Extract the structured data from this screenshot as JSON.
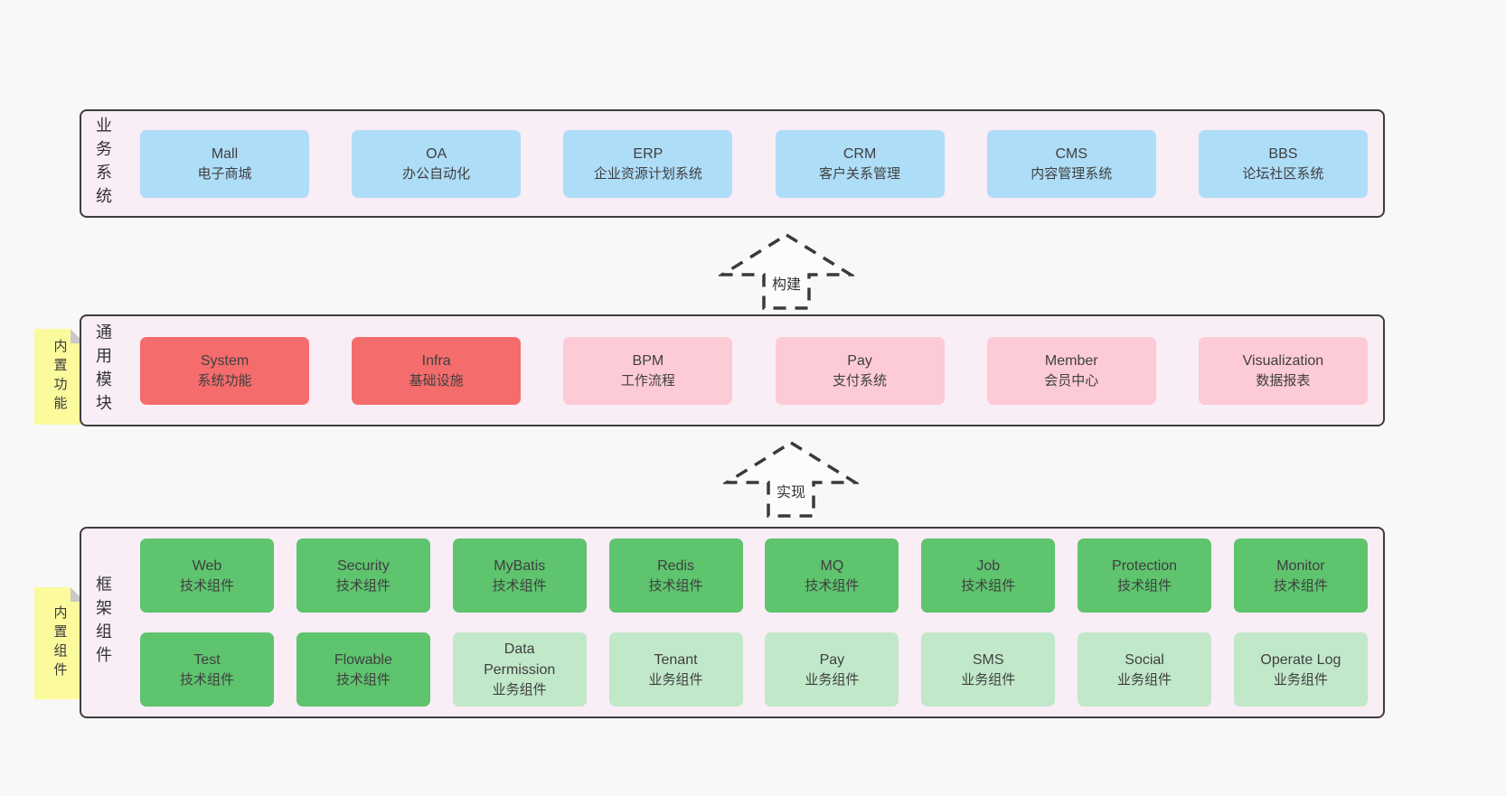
{
  "colors": {
    "page-bg": "#f8f8f8",
    "panel-bg": "#f9edf6",
    "panel-border": "#3d3d3d",
    "box-blue": "#aeddf8",
    "box-red": "#f56c6c",
    "box-pink": "#fccbd5",
    "box-green": "#5ec46e",
    "box-green-light": "#c1e8c9",
    "sticky-yellow": "#fbfa9d",
    "sticky-fold": "#c9c9c9",
    "text": "#3f3f3f",
    "arrow": "#3a3a3a"
  },
  "sections": {
    "business": {
      "label": "业务系统",
      "boxes": [
        {
          "name": "Mall",
          "sub": "电子商城"
        },
        {
          "name": "OA",
          "sub": "办公自动化"
        },
        {
          "name": "ERP",
          "sub": "企业资源计划系统"
        },
        {
          "name": "CRM",
          "sub": "客户关系管理"
        },
        {
          "name": "CMS",
          "sub": "内容管理系统"
        },
        {
          "name": "BBS",
          "sub": "论坛社区系统"
        }
      ]
    },
    "modules": {
      "label": "通用模块",
      "sticky": "内置功能",
      "boxes": [
        {
          "name": "System",
          "sub": "系统功能"
        },
        {
          "name": "Infra",
          "sub": "基础设施"
        },
        {
          "name": "BPM",
          "sub": "工作流程"
        },
        {
          "name": "Pay",
          "sub": "支付系统"
        },
        {
          "name": "Member",
          "sub": "会员中心"
        },
        {
          "name": "Visualization",
          "sub": "数据报表"
        }
      ]
    },
    "components": {
      "label": "框架组件",
      "sticky": "内置组件",
      "row1": [
        {
          "name": "Web",
          "sub": "技术组件"
        },
        {
          "name": "Security",
          "sub": "技术组件"
        },
        {
          "name": "MyBatis",
          "sub": "技术组件"
        },
        {
          "name": "Redis",
          "sub": "技术组件"
        },
        {
          "name": "MQ",
          "sub": "技术组件"
        },
        {
          "name": "Job",
          "sub": "技术组件"
        },
        {
          "name": "Protection",
          "sub": "技术组件"
        },
        {
          "name": "Monitor",
          "sub": "技术组件"
        }
      ],
      "row2": [
        {
          "name": "Test",
          "sub": "技术组件"
        },
        {
          "name": "Flowable",
          "sub": "技术组件"
        },
        {
          "name": "Data\nPermission",
          "sub": "业务组件"
        },
        {
          "name": "Tenant",
          "sub": "业务组件"
        },
        {
          "name": "Pay",
          "sub": "业务组件"
        },
        {
          "name": "SMS",
          "sub": "业务组件"
        },
        {
          "name": "Social",
          "sub": "业务组件"
        },
        {
          "name": "Operate Log",
          "sub": "业务组件"
        }
      ]
    }
  },
  "arrows": {
    "build": {
      "label": "构建"
    },
    "implement": {
      "label": "实现"
    }
  }
}
